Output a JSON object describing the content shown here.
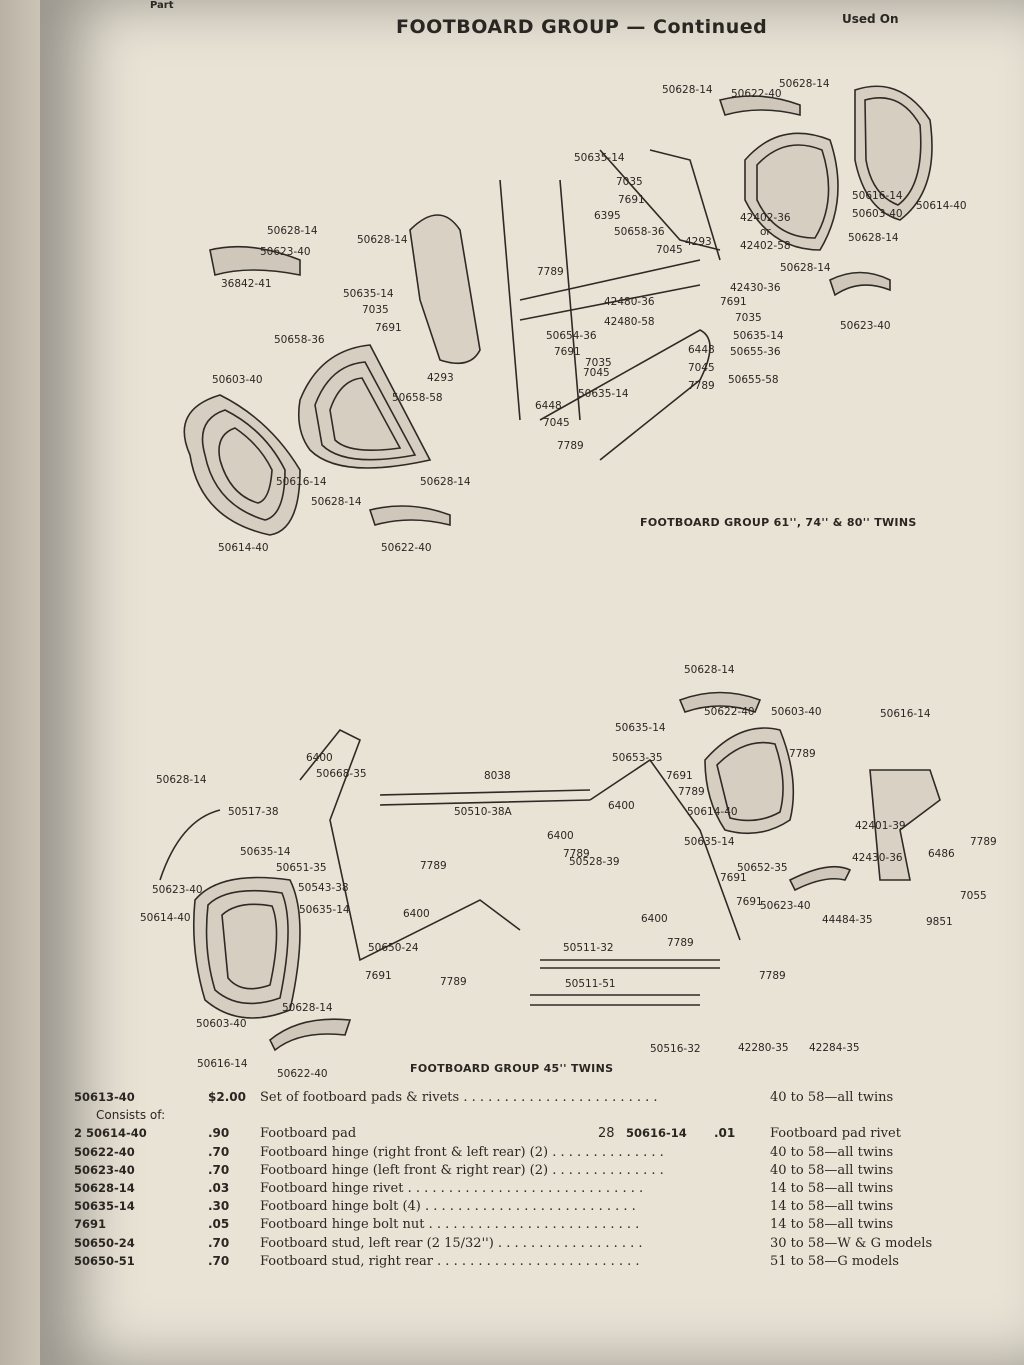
{
  "header": {
    "title": "FOOTBOARD GROUP — Continued",
    "used_on": "Used On",
    "corner": "Part"
  },
  "diagram_top": {
    "caption": "FOOTBOARD GROUP 61'', 74'' & 80'' TWINS",
    "callouts": [
      "50628-14",
      "50622-40",
      "50628-14",
      "50635-14",
      "7035",
      "7691",
      "6395",
      "50658-36",
      "4293",
      "7045",
      "7789",
      "42402-36",
      "or",
      "42402-58",
      "50616-14",
      "50603-40",
      "50614-40",
      "50628-14",
      "42430-36",
      "42480-36",
      "42480-58",
      "50628-14",
      "50623-40",
      "7691",
      "7035",
      "50635-14",
      "6448",
      "50655-36",
      "50655-58",
      "7045",
      "7789",
      "50628-14",
      "50623-40",
      "36842-41",
      "50628-14",
      "50635-14",
      "7035",
      "7691",
      "50658-36",
      "50654-36",
      "7691",
      "7035",
      "7045",
      "4293",
      "50603-40",
      "50658-58",
      "6448",
      "7045",
      "50635-14",
      "7789",
      "50616-14",
      "50628-14",
      "50628-14",
      "50614-40",
      "50622-40"
    ]
  },
  "diagram_bottom": {
    "caption": "FOOTBOARD GROUP 45'' TWINS",
    "callouts": [
      "50628-14",
      "50622-40",
      "50603-40",
      "50616-14",
      "50635-14",
      "7789",
      "6400",
      "50668-35",
      "8038",
      "50653-35",
      "7691",
      "7789",
      "50628-14",
      "50517-38",
      "50510-38A",
      "6400",
      "6400",
      "50614-40",
      "7789",
      "50528-39",
      "42401-39",
      "7789",
      "7691",
      "50635-14",
      "50635-14",
      "50651-35",
      "50652-35",
      "42430-36",
      "6486",
      "7055",
      "50623-40",
      "50543-38",
      "7789",
      "50623-40",
      "9851",
      "50614-40",
      "50635-14",
      "6400",
      "7691",
      "44484-35",
      "6400",
      "7789",
      "50650-24",
      "50511-32",
      "7691",
      "7789",
      "7789",
      "50511-51",
      "50603-40",
      "50628-14",
      "50516-32",
      "42280-35",
      "42284-35",
      "50616-14",
      "50622-40"
    ]
  },
  "parts_table": {
    "rows": [
      {
        "pn": "50613-40",
        "price": "$2.00",
        "desc": "Set of footboard pads & rivets . . . . . . . . . . . . . . . . . . . . . . . .",
        "used": "40 to 58—all twins"
      },
      {
        "consists": "Consists of:"
      },
      {
        "pn": "2  50614-40",
        "price": ".90",
        "desc": "Footboard pad",
        "extra_qty": "28",
        "extra_pn": "50616-14",
        "extra_price": ".01",
        "extra_desc": "Footboard pad rivet"
      },
      {
        "pn": "50622-40",
        "price": ".70",
        "desc": "Footboard hinge (right front & left rear) (2) . . . . . . . . . . . . . .",
        "used": "40 to 58—all twins"
      },
      {
        "pn": "50623-40",
        "price": ".70",
        "desc": "Footboard hinge (left front & right rear) (2) . . . . . . . . . . . . . .",
        "used": "40 to 58—all twins"
      },
      {
        "pn": "50628-14",
        "price": ".03",
        "desc": "Footboard hinge rivet . . . . . . . . . . . . . . . . . . . . . . . . . . . . .",
        "used": "14 to 58—all twins"
      },
      {
        "pn": "50635-14",
        "price": ".30",
        "desc": "Footboard hinge bolt (4) . . . . . . . . . . . . . . . . . . . . . . . . . .",
        "used": "14 to 58—all twins"
      },
      {
        "pn": "7691",
        "price": ".05",
        "desc": "Footboard hinge bolt nut . . . . . . . . . . . . . . . . . . . . . . . . . .",
        "used": "14 to 58—all twins"
      },
      {
        "pn": "50650-24",
        "price": ".70",
        "desc": "Footboard stud, left rear (2 15/32'') . . . . . . . . . . . . . . . . . .",
        "used": "30 to 58—W & G models"
      },
      {
        "pn": "50650-51",
        "price": ".70",
        "desc": "Footboard stud, right rear . . . . . . . . . . . . . . . . . . . . . . . . .",
        "used": "51 to 58—G models"
      }
    ]
  }
}
